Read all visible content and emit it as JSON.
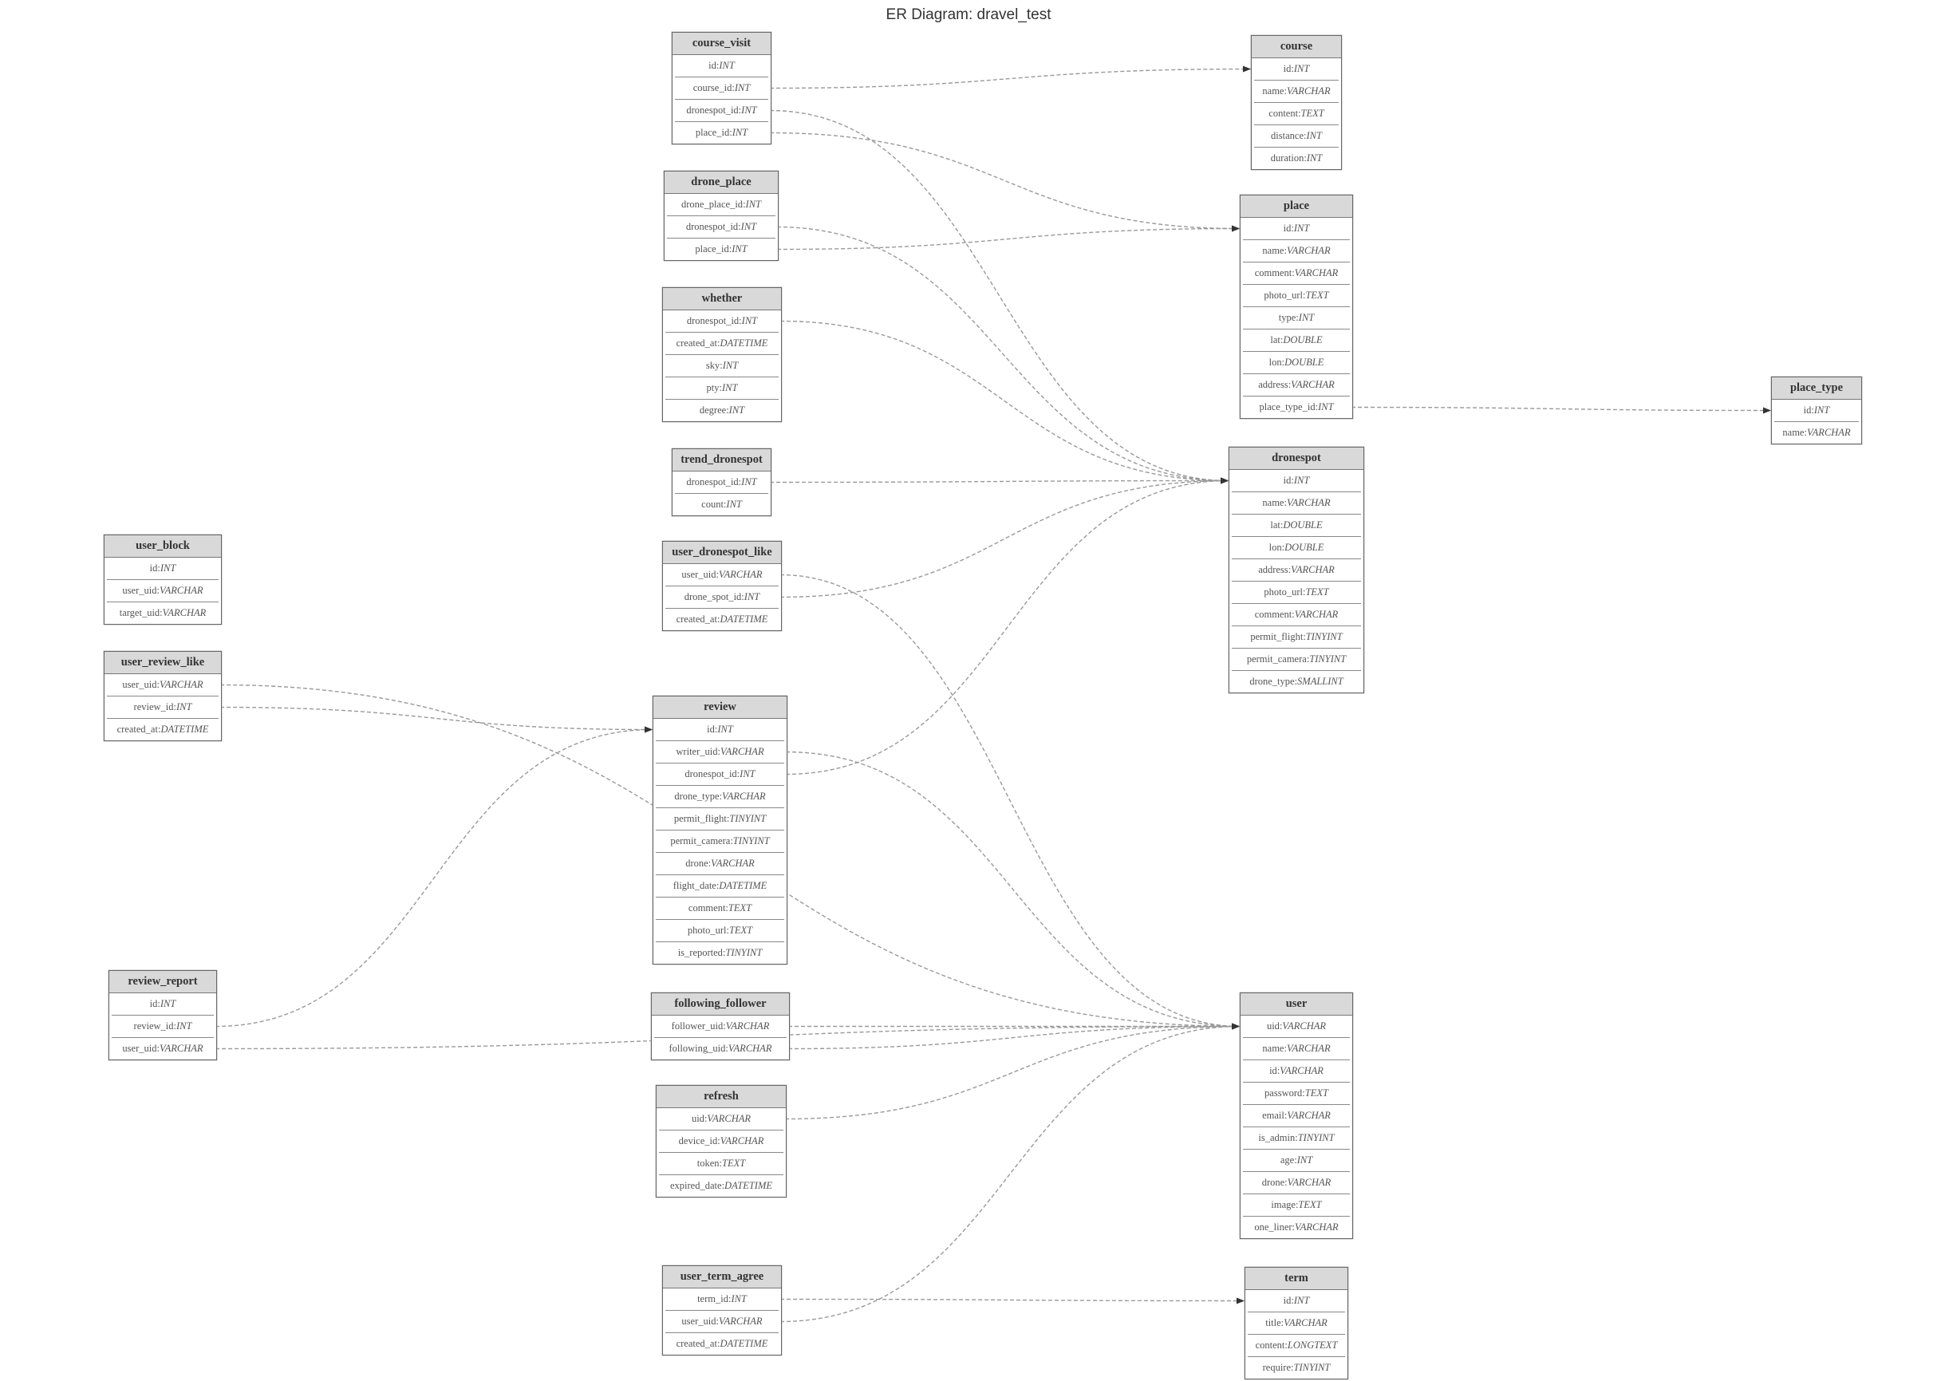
{
  "title": "ER Diagram: dravel_test",
  "tables": [
    {
      "id": "course_visit",
      "name": "course_visit",
      "columns": [
        {
          "name": "id",
          "type": "INT"
        },
        {
          "name": "course_id",
          "type": "INT"
        },
        {
          "name": "dronespot_id",
          "type": "INT"
        },
        {
          "name": "place_id",
          "type": "INT"
        }
      ]
    },
    {
      "id": "drone_place",
      "name": "drone_place",
      "columns": [
        {
          "name": "drone_place_id",
          "type": "INT"
        },
        {
          "name": "dronespot_id",
          "type": "INT"
        },
        {
          "name": "place_id",
          "type": "INT"
        }
      ]
    },
    {
      "id": "whether",
      "name": "whether",
      "columns": [
        {
          "name": "dronespot_id",
          "type": "INT"
        },
        {
          "name": "created_at",
          "type": "DATETIME"
        },
        {
          "name": "sky",
          "type": "INT"
        },
        {
          "name": "pty",
          "type": "INT"
        },
        {
          "name": "degree",
          "type": "INT"
        }
      ]
    },
    {
      "id": "trend_dronespot",
      "name": "trend_dronespot",
      "columns": [
        {
          "name": "dronespot_id",
          "type": "INT"
        },
        {
          "name": "count",
          "type": "INT"
        }
      ]
    },
    {
      "id": "user_dronespot_like",
      "name": "user_dronespot_like",
      "columns": [
        {
          "name": "user_uid",
          "type": "VARCHAR"
        },
        {
          "name": "drone_spot_id",
          "type": "INT"
        },
        {
          "name": "created_at",
          "type": "DATETIME"
        }
      ]
    },
    {
      "id": "review",
      "name": "review",
      "columns": [
        {
          "name": "id",
          "type": "INT"
        },
        {
          "name": "writer_uid",
          "type": "VARCHAR"
        },
        {
          "name": "dronespot_id",
          "type": "INT"
        },
        {
          "name": "drone_type",
          "type": "VARCHAR"
        },
        {
          "name": "permit_flight",
          "type": "TINYINT"
        },
        {
          "name": "permit_camera",
          "type": "TINYINT"
        },
        {
          "name": "drone",
          "type": "VARCHAR"
        },
        {
          "name": "flight_date",
          "type": "DATETIME"
        },
        {
          "name": "comment",
          "type": "TEXT"
        },
        {
          "name": "photo_url",
          "type": "TEXT"
        },
        {
          "name": "is_reported",
          "type": "TINYINT"
        }
      ]
    },
    {
      "id": "following_follower",
      "name": "following_follower",
      "columns": [
        {
          "name": "follower_uid",
          "type": "VARCHAR"
        },
        {
          "name": "following_uid",
          "type": "VARCHAR"
        }
      ]
    },
    {
      "id": "refresh",
      "name": "refresh",
      "columns": [
        {
          "name": "uid",
          "type": "VARCHAR"
        },
        {
          "name": "device_id",
          "type": "VARCHAR"
        },
        {
          "name": "token",
          "type": "TEXT"
        },
        {
          "name": "expired_date",
          "type": "DATETIME"
        }
      ]
    },
    {
      "id": "user_term_agree",
      "name": "user_term_agree",
      "columns": [
        {
          "name": "term_id",
          "type": "INT"
        },
        {
          "name": "user_uid",
          "type": "VARCHAR"
        },
        {
          "name": "created_at",
          "type": "DATETIME"
        }
      ]
    },
    {
      "id": "user_block",
      "name": "user_block",
      "columns": [
        {
          "name": "id",
          "type": "INT"
        },
        {
          "name": "user_uid",
          "type": "VARCHAR"
        },
        {
          "name": "target_uid",
          "type": "VARCHAR"
        }
      ]
    },
    {
      "id": "user_review_like",
      "name": "user_review_like",
      "columns": [
        {
          "name": "user_uid",
          "type": "VARCHAR"
        },
        {
          "name": "review_id",
          "type": "INT"
        },
        {
          "name": "created_at",
          "type": "DATETIME"
        }
      ]
    },
    {
      "id": "review_report",
      "name": "review_report",
      "columns": [
        {
          "name": "id",
          "type": "INT"
        },
        {
          "name": "review_id",
          "type": "INT"
        },
        {
          "name": "user_uid",
          "type": "VARCHAR"
        }
      ]
    },
    {
      "id": "course",
      "name": "course",
      "columns": [
        {
          "name": "id",
          "type": "INT"
        },
        {
          "name": "name",
          "type": "VARCHAR"
        },
        {
          "name": "content",
          "type": "TEXT"
        },
        {
          "name": "distance",
          "type": "INT"
        },
        {
          "name": "duration",
          "type": "INT"
        }
      ]
    },
    {
      "id": "place",
      "name": "place",
      "columns": [
        {
          "name": "id",
          "type": "INT"
        },
        {
          "name": "name",
          "type": "VARCHAR"
        },
        {
          "name": "comment",
          "type": "VARCHAR"
        },
        {
          "name": "photo_url",
          "type": "TEXT"
        },
        {
          "name": "type",
          "type": "INT"
        },
        {
          "name": "lat",
          "type": "DOUBLE"
        },
        {
          "name": "lon",
          "type": "DOUBLE"
        },
        {
          "name": "address",
          "type": "VARCHAR"
        },
        {
          "name": "place_type_id",
          "type": "INT"
        }
      ]
    },
    {
      "id": "dronespot",
      "name": "dronespot",
      "columns": [
        {
          "name": "id",
          "type": "INT"
        },
        {
          "name": "name",
          "type": "VARCHAR"
        },
        {
          "name": "lat",
          "type": "DOUBLE"
        },
        {
          "name": "lon",
          "type": "DOUBLE"
        },
        {
          "name": "address",
          "type": "VARCHAR"
        },
        {
          "name": "photo_url",
          "type": "TEXT"
        },
        {
          "name": "comment",
          "type": "VARCHAR"
        },
        {
          "name": "permit_flight",
          "type": "TINYINT"
        },
        {
          "name": "permit_camera",
          "type": "TINYINT"
        },
        {
          "name": "drone_type",
          "type": "SMALLINT"
        }
      ]
    },
    {
      "id": "place_type",
      "name": "place_type",
      "columns": [
        {
          "name": "id",
          "type": "INT"
        },
        {
          "name": "name",
          "type": "VARCHAR"
        }
      ]
    },
    {
      "id": "user",
      "name": "user",
      "columns": [
        {
          "name": "uid",
          "type": "VARCHAR"
        },
        {
          "name": "name",
          "type": "VARCHAR"
        },
        {
          "name": "id",
          "type": "VARCHAR"
        },
        {
          "name": "password",
          "type": "TEXT"
        },
        {
          "name": "email",
          "type": "VARCHAR"
        },
        {
          "name": "is_admin",
          "type": "TINYINT"
        },
        {
          "name": "age",
          "type": "INT"
        },
        {
          "name": "drone",
          "type": "VARCHAR"
        },
        {
          "name": "image",
          "type": "TEXT"
        },
        {
          "name": "one_liner",
          "type": "VARCHAR"
        }
      ]
    },
    {
      "id": "term",
      "name": "term",
      "columns": [
        {
          "name": "id",
          "type": "INT"
        },
        {
          "name": "title",
          "type": "VARCHAR"
        },
        {
          "name": "content",
          "type": "LONGTEXT"
        },
        {
          "name": "require",
          "type": "TINYINT"
        }
      ]
    }
  ],
  "relations": [
    {
      "from": "course_visit",
      "from_col": 1,
      "to": "course",
      "to_col": 0
    },
    {
      "from": "course_visit",
      "from_col": 2,
      "to": "dronespot",
      "to_col": 0
    },
    {
      "from": "course_visit",
      "from_col": 3,
      "to": "place",
      "to_col": 0
    },
    {
      "from": "drone_place",
      "from_col": 1,
      "to": "dronespot",
      "to_col": 0
    },
    {
      "from": "drone_place",
      "from_col": 2,
      "to": "place",
      "to_col": 0
    },
    {
      "from": "whether",
      "from_col": 0,
      "to": "dronespot",
      "to_col": 0
    },
    {
      "from": "trend_dronespot",
      "from_col": 0,
      "to": "dronespot",
      "to_col": 0
    },
    {
      "from": "user_dronespot_like",
      "from_col": 1,
      "to": "dronespot",
      "to_col": 0
    },
    {
      "from": "user_dronespot_like",
      "from_col": 0,
      "to": "user",
      "to_col": 0
    },
    {
      "from": "place",
      "from_col": 8,
      "to": "place_type",
      "to_col": 0
    },
    {
      "from": "user_review_like",
      "from_col": 0,
      "to": "user",
      "to_col": 0
    },
    {
      "from": "user_review_like",
      "from_col": 1,
      "to": "review",
      "to_col": 0
    },
    {
      "from": "review",
      "from_col": 2,
      "to": "dronespot",
      "to_col": 0
    },
    {
      "from": "review",
      "from_col": 1,
      "to": "user",
      "to_col": 0
    },
    {
      "from": "review_report",
      "from_col": 1,
      "to": "review",
      "to_col": 0
    },
    {
      "from": "review_report",
      "from_col": 2,
      "to": "user",
      "to_col": 0
    },
    {
      "from": "following_follower",
      "from_col": 0,
      "to": "user",
      "to_col": 0
    },
    {
      "from": "following_follower",
      "from_col": 1,
      "to": "user",
      "to_col": 0
    },
    {
      "from": "refresh",
      "from_col": 0,
      "to": "user",
      "to_col": 0
    },
    {
      "from": "user_term_agree",
      "from_col": 1,
      "to": "user",
      "to_col": 0
    },
    {
      "from": "user_term_agree",
      "from_col": 0,
      "to": "term",
      "to_col": 0
    }
  ]
}
